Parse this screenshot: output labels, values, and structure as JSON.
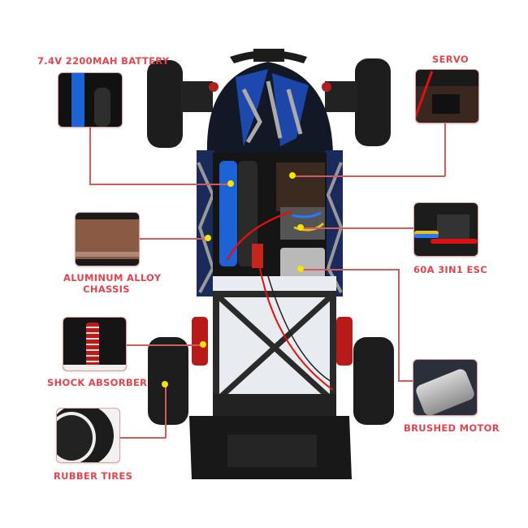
{
  "product": {
    "subject": "RC buggy top view with labeled features",
    "accent_color": "#e0454f",
    "line_color": "#d05c5c",
    "marker_color": "#f5e400"
  },
  "features": {
    "battery": {
      "label": "7.4V 2200MAH BATTERY",
      "icon": "battery-thumbnail"
    },
    "servo": {
      "label": "SERVO",
      "icon": "servo-thumbnail"
    },
    "chassis": {
      "label_line1": "ALUMINUM ALLOY",
      "label_line2": "CHASSIS",
      "icon": "chassis-thumbnail"
    },
    "esc": {
      "label": "60A 3IN1 ESC",
      "icon": "esc-thumbnail"
    },
    "shock": {
      "label": "SHOCK ABSORBER",
      "icon": "shock-thumbnail"
    },
    "motor": {
      "label": "BRUSHED MOTOR",
      "icon": "motor-thumbnail"
    },
    "tires": {
      "label": "RUBBER TIRES",
      "icon": "tire-thumbnail"
    }
  }
}
